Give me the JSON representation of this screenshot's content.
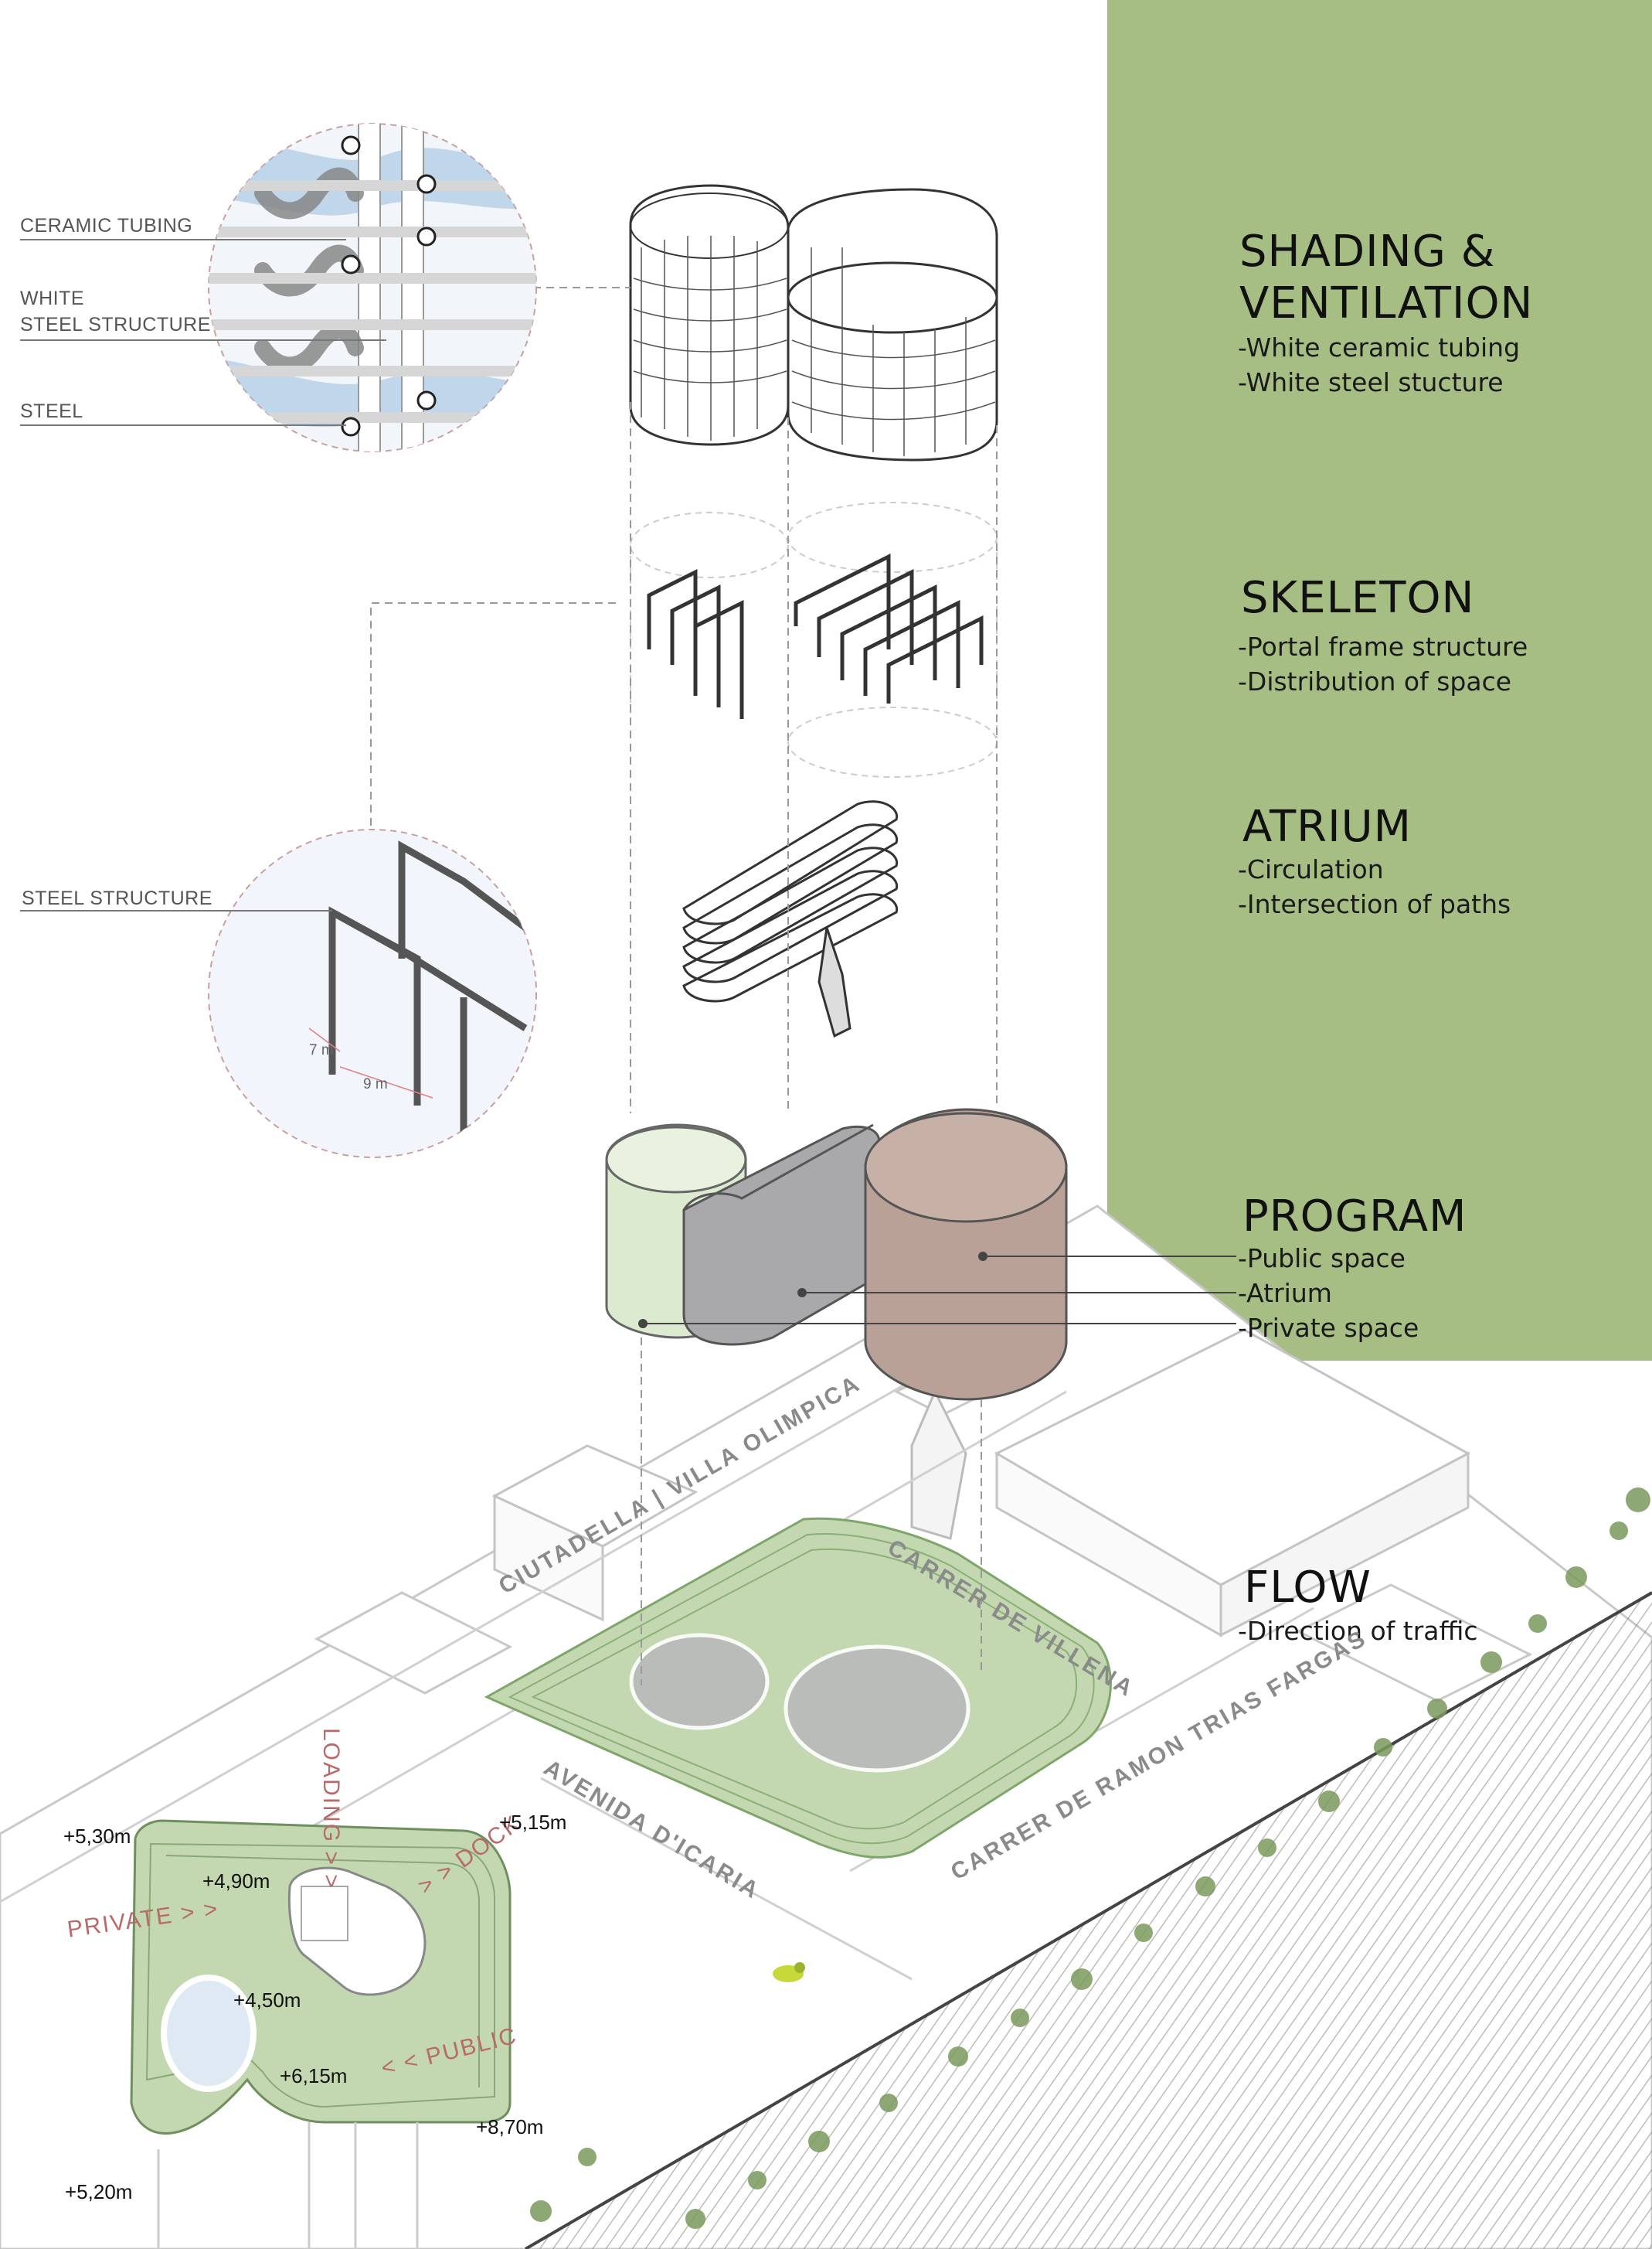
{
  "colors": {
    "green_panel": "#a6be84",
    "public_volume": "#dcebd0",
    "atrium_volume": "#a9a9ab",
    "private_volume": "#b9a197",
    "landscape": "#c3d8b0",
    "annotation_red": "#b86a6a",
    "water": "#9fc2e0"
  },
  "sections": [
    {
      "id": "shading",
      "title_lines": [
        "SHADING &",
        "VENTILATION"
      ],
      "items": [
        "-White ceramic tubing",
        "-White steel stucture"
      ]
    },
    {
      "id": "skeleton",
      "title_lines": [
        "SKELETON"
      ],
      "items": [
        "-Portal frame structure",
        "-Distribution of space"
      ]
    },
    {
      "id": "atrium",
      "title_lines": [
        "ATRIUM"
      ],
      "items": [
        "-Circulation",
        "-Intersection of paths"
      ]
    },
    {
      "id": "program",
      "title_lines": [
        "PROGRAM"
      ],
      "items": [
        "-Public space",
        "-Atrium",
        "-Private space"
      ]
    },
    {
      "id": "flow",
      "title_lines": [
        "FLOW"
      ],
      "items": [
        "-Direction of traffic"
      ]
    }
  ],
  "detail_callouts": {
    "ceramic_tubing": "CERAMIC TUBING",
    "white_steel_1": "WHITE",
    "white_steel_2": "STEEL STRUCTURE",
    "steel": "STEEL",
    "steel_structure": "STEEL STRUCTURE",
    "dim_7": "7 m",
    "dim_9": "9 m"
  },
  "streets": {
    "villa_olimpica": "CIUTADELLA | VILLA OLIMPICA",
    "villena": "CARRER DE VILLENA",
    "icaria": "AVENIDA D'ICARIA",
    "trias_fargas": "CARRER DE RAMON TRIAS FARGAS"
  },
  "plan_labels": {
    "loading": "LOADING",
    "dock": "DOCK",
    "private": "PRIVATE",
    "public": "PUBLIC",
    "loading_arrows": "> >",
    "dock_arrows": "> >",
    "private_arrows": "> >",
    "public_arrows": "< <"
  },
  "elevations": [
    "+5,30m",
    "+5,15m",
    "+4,90m",
    "+4,50m",
    "+6,15m",
    "+8,70m",
    "+5,20m"
  ]
}
